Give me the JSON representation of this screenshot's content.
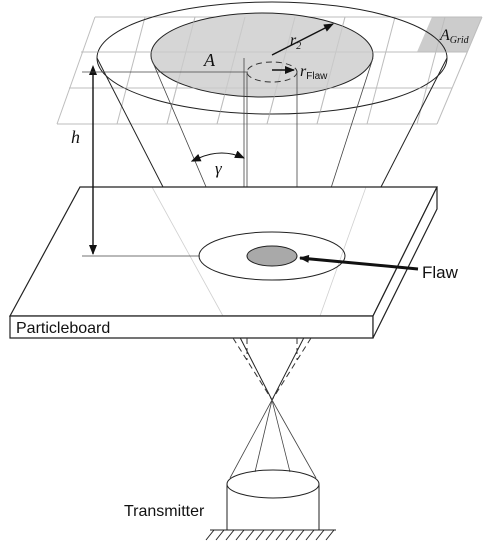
{
  "labels": {
    "area_a": "A",
    "area_grid_main": "A",
    "area_grid_sub": "Grid",
    "radius_r2_main": "r",
    "radius_r2_sub": "2",
    "radius_flaw_main": "r",
    "radius_flaw_sub": "Flaw",
    "height": "h",
    "angle": "γ",
    "flaw": "Flaw",
    "board": "Particleboard",
    "transmitter": "Transmitter"
  },
  "colors": {
    "area_fill": "#d6d6d6",
    "grid_cell_fill": "#cccccc",
    "flaw_fill": "#a9a9a9",
    "grid_line": "#bdbdbd",
    "ink": "#222222"
  }
}
